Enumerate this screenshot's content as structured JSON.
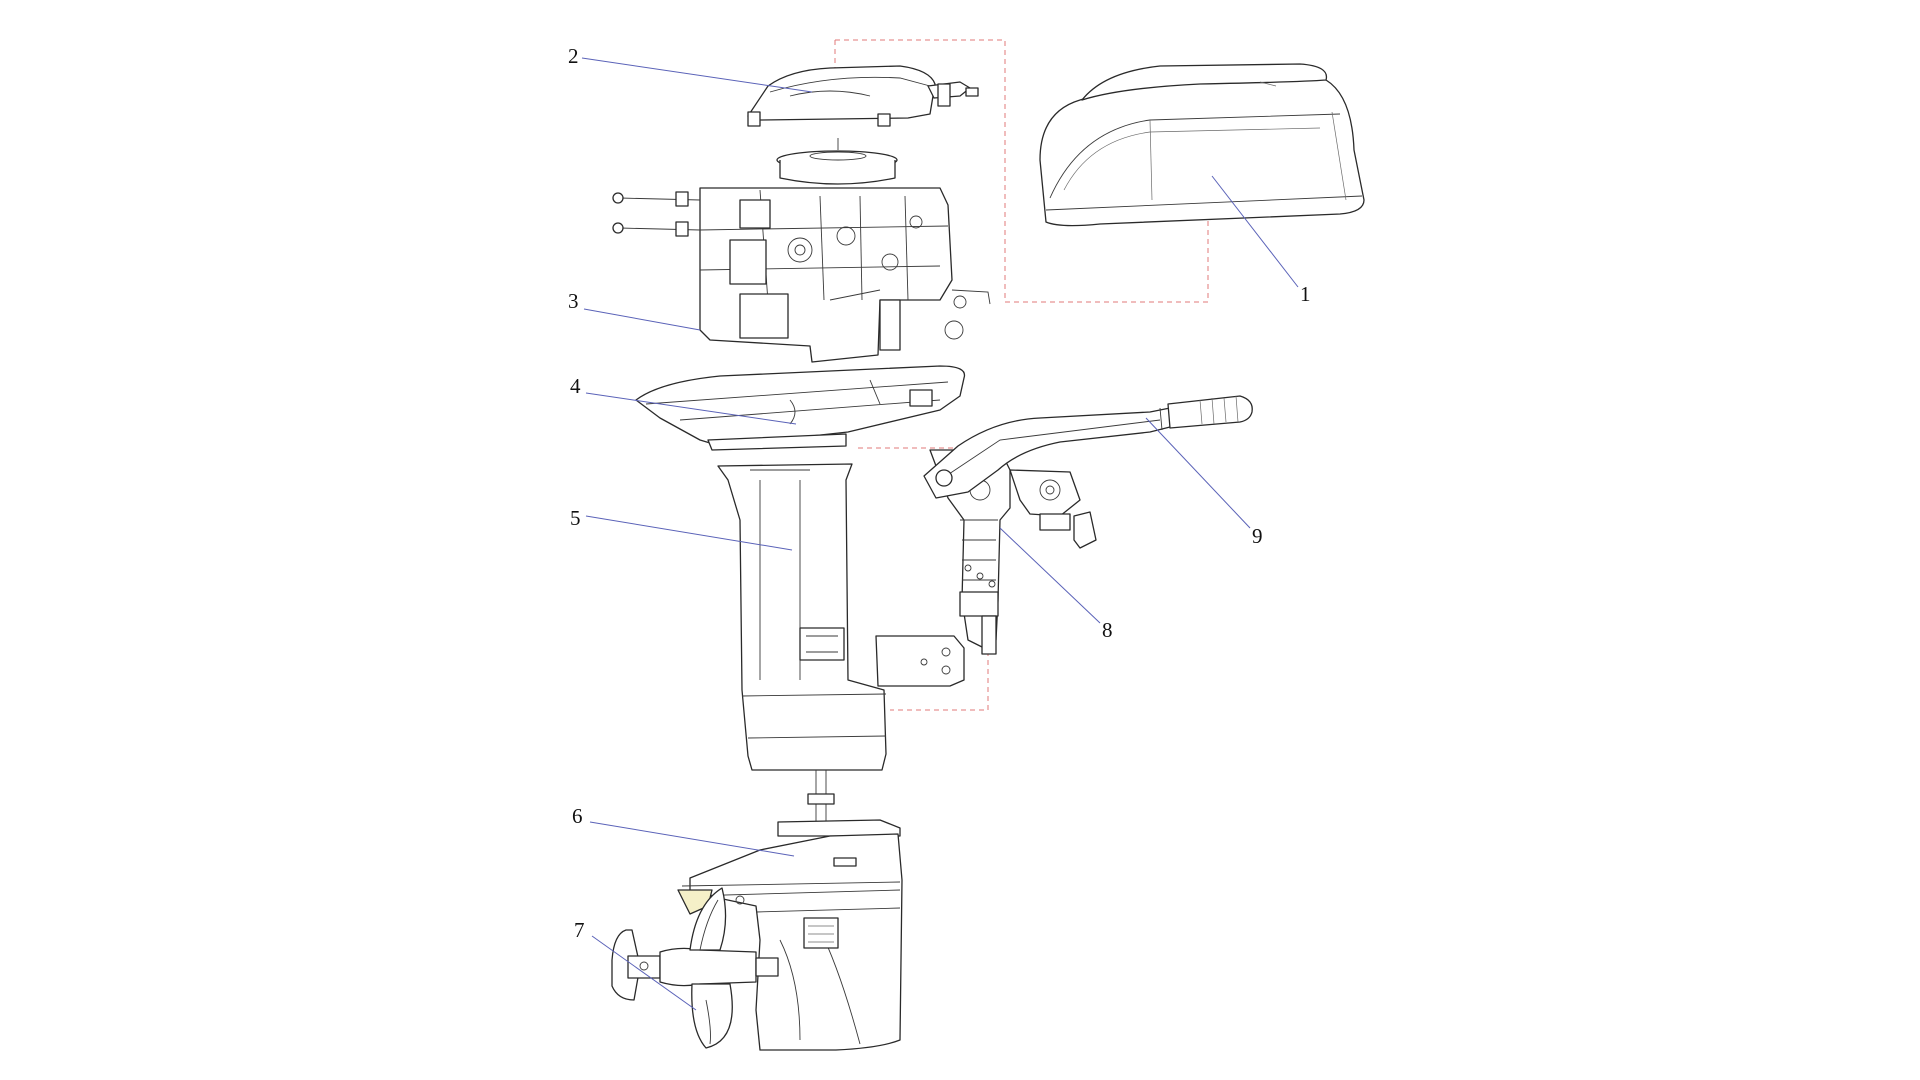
{
  "callouts": [
    {
      "id": "1",
      "label": "1"
    },
    {
      "id": "2",
      "label": "2"
    },
    {
      "id": "3",
      "label": "3"
    },
    {
      "id": "4",
      "label": "4"
    },
    {
      "id": "5",
      "label": "5"
    },
    {
      "id": "6",
      "label": "6"
    },
    {
      "id": "7",
      "label": "7"
    },
    {
      "id": "8",
      "label": "8"
    },
    {
      "id": "9",
      "label": "9"
    }
  ],
  "colors": {
    "line": "#2a2a2a",
    "leader": "#5a62b8",
    "dashed_guide": "#e07a7a",
    "background": "#ffffff"
  }
}
